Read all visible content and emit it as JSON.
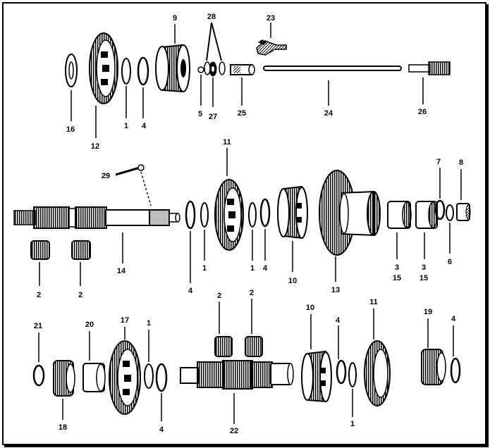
{
  "diagram": {
    "labels": {
      "l23": "23",
      "l28": "28",
      "l9": "9",
      "l16": "16",
      "l12": "12",
      "l1a": "1",
      "l4a": "4",
      "l5": "5",
      "l27": "27",
      "l25": "25",
      "l24": "24",
      "l26": "26",
      "l11a": "11",
      "l29": "29",
      "l7": "7",
      "l8": "8",
      "l14": "14",
      "l2a": "2",
      "l2b": "2",
      "l4b": "4",
      "l1b": "1",
      "l1c": "1",
      "l4c": "4",
      "l10a": "10",
      "l13": "13",
      "l3a": "3",
      "l15a": "15",
      "l3b": "3",
      "l15b": "15",
      "l6": "6",
      "l21": "21",
      "l20": "20",
      "l17": "17",
      "l1d": "1",
      "l2c": "2",
      "l2d": "2",
      "l10b": "10",
      "l4d": "4",
      "l11b": "11",
      "l19": "19",
      "l4e": "4",
      "l18": "18",
      "l4f": "4",
      "l22": "22",
      "l1e": "1"
    },
    "colors": {
      "ink": "#000000",
      "paper": "#ffffff",
      "shade": "#bdbdbd"
    }
  }
}
